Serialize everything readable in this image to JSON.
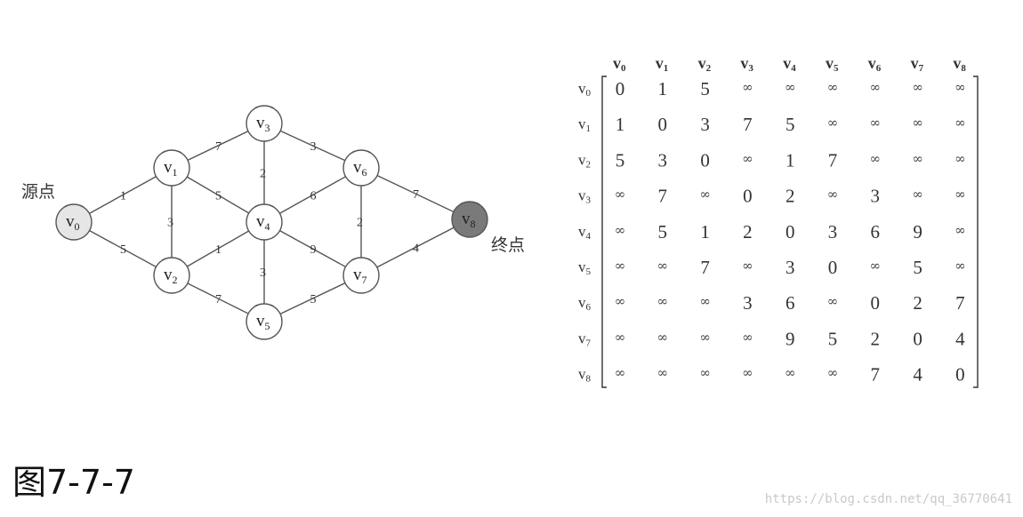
{
  "graph": {
    "source_label": "源点",
    "target_label": "终点",
    "nodes": [
      {
        "id": "v0",
        "base": "v",
        "sub": "0",
        "role": "source"
      },
      {
        "id": "v1",
        "base": "v",
        "sub": "1",
        "role": "normal"
      },
      {
        "id": "v2",
        "base": "v",
        "sub": "2",
        "role": "normal"
      },
      {
        "id": "v3",
        "base": "v",
        "sub": "3",
        "role": "normal"
      },
      {
        "id": "v4",
        "base": "v",
        "sub": "4",
        "role": "normal"
      },
      {
        "id": "v5",
        "base": "v",
        "sub": "5",
        "role": "normal"
      },
      {
        "id": "v6",
        "base": "v",
        "sub": "6",
        "role": "normal"
      },
      {
        "id": "v7",
        "base": "v",
        "sub": "7",
        "role": "normal"
      },
      {
        "id": "v8",
        "base": "v",
        "sub": "8",
        "role": "target"
      }
    ],
    "edges": [
      {
        "from": "v0",
        "to": "v1",
        "weight": "1"
      },
      {
        "from": "v0",
        "to": "v2",
        "weight": "5"
      },
      {
        "from": "v1",
        "to": "v2",
        "weight": "3"
      },
      {
        "from": "v1",
        "to": "v3",
        "weight": "7"
      },
      {
        "from": "v1",
        "to": "v4",
        "weight": "5"
      },
      {
        "from": "v2",
        "to": "v4",
        "weight": "1"
      },
      {
        "from": "v2",
        "to": "v5",
        "weight": "7"
      },
      {
        "from": "v3",
        "to": "v4",
        "weight": "2"
      },
      {
        "from": "v3",
        "to": "v6",
        "weight": "3"
      },
      {
        "from": "v4",
        "to": "v5",
        "weight": "3"
      },
      {
        "from": "v4",
        "to": "v6",
        "weight": "6"
      },
      {
        "from": "v4",
        "to": "v7",
        "weight": "9"
      },
      {
        "from": "v5",
        "to": "v7",
        "weight": "5"
      },
      {
        "from": "v6",
        "to": "v7",
        "weight": "2"
      },
      {
        "from": "v6",
        "to": "v8",
        "weight": "7"
      },
      {
        "from": "v7",
        "to": "v8",
        "weight": "4"
      }
    ],
    "colors": {
      "source_fill": "#e6e6e6",
      "target_fill": "#7a7a7a",
      "node_fill": "#ffffff"
    }
  },
  "matrix": {
    "headers": [
      "v0",
      "v1",
      "v2",
      "v3",
      "v4",
      "v5",
      "v6",
      "v7",
      "v8"
    ],
    "rows": [
      {
        "label": "v0",
        "cells": [
          "0",
          "1",
          "5",
          "∞",
          "∞",
          "∞",
          "∞",
          "∞",
          "∞"
        ]
      },
      {
        "label": "v1",
        "cells": [
          "1",
          "0",
          "3",
          "7",
          "5",
          "∞",
          "∞",
          "∞",
          "∞"
        ]
      },
      {
        "label": "v2",
        "cells": [
          "5",
          "3",
          "0",
          "∞",
          "1",
          "7",
          "∞",
          "∞",
          "∞"
        ]
      },
      {
        "label": "v3",
        "cells": [
          "∞",
          "7",
          "∞",
          "0",
          "2",
          "∞",
          "3",
          "∞",
          "∞"
        ]
      },
      {
        "label": "v4",
        "cells": [
          "∞",
          "5",
          "1",
          "2",
          "0",
          "3",
          "6",
          "9",
          "∞"
        ]
      },
      {
        "label": "v5",
        "cells": [
          "∞",
          "∞",
          "7",
          "∞",
          "3",
          "0",
          "∞",
          "5",
          "∞"
        ]
      },
      {
        "label": "v6",
        "cells": [
          "∞",
          "∞",
          "∞",
          "3",
          "6",
          "∞",
          "0",
          "2",
          "7"
        ]
      },
      {
        "label": "v7",
        "cells": [
          "∞",
          "∞",
          "∞",
          "∞",
          "9",
          "5",
          "2",
          "0",
          "4"
        ]
      },
      {
        "label": "v8",
        "cells": [
          "∞",
          "∞",
          "∞",
          "∞",
          "∞",
          "∞",
          "7",
          "4",
          "0"
        ]
      }
    ]
  },
  "caption": "图7-7-7",
  "watermark": "https://blog.csdn.net/qq_36770641"
}
